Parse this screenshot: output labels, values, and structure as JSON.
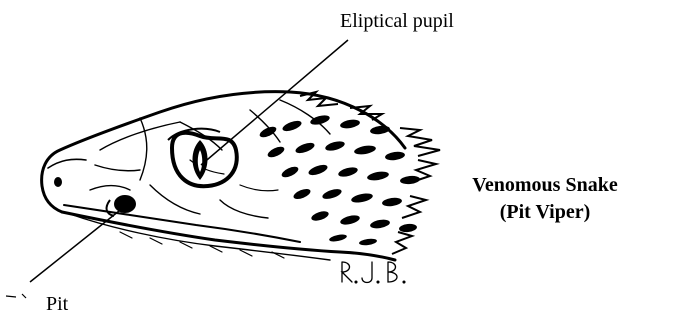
{
  "labels": {
    "pupil": "Eliptical pupil",
    "pit": "Pit",
    "signature": "R.J.B."
  },
  "caption": {
    "line1": "Venomous Snake",
    "line2": "(Pit Viper)"
  },
  "colors": {
    "ink": "#000000",
    "paper": "#ffffff"
  }
}
